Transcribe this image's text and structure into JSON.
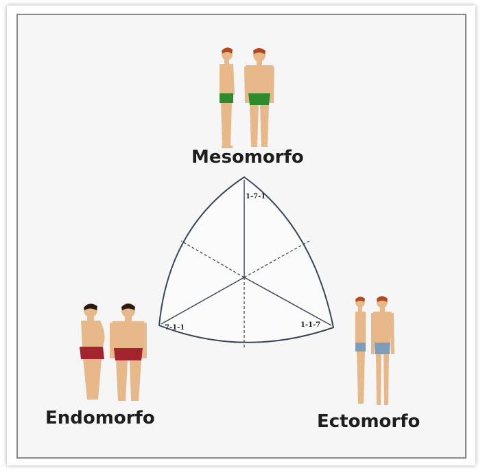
{
  "labels": {
    "mesomorph": "Mesomorfo",
    "endomorph": "Endomorfo",
    "ectomorph": "Ectomorfo"
  },
  "ratings": {
    "top": "1-7-1",
    "left": "7-1-1",
    "right": "1-1-7"
  },
  "colors": {
    "outline": "#3a4658",
    "skin": "#e7b98a",
    "hair_red": "#b4491f",
    "hair_dark": "#2a1a12",
    "meso_shorts": "#2f8a2c",
    "endo_shorts": "#a3242e",
    "ecto_shorts": "#7f9db8"
  }
}
